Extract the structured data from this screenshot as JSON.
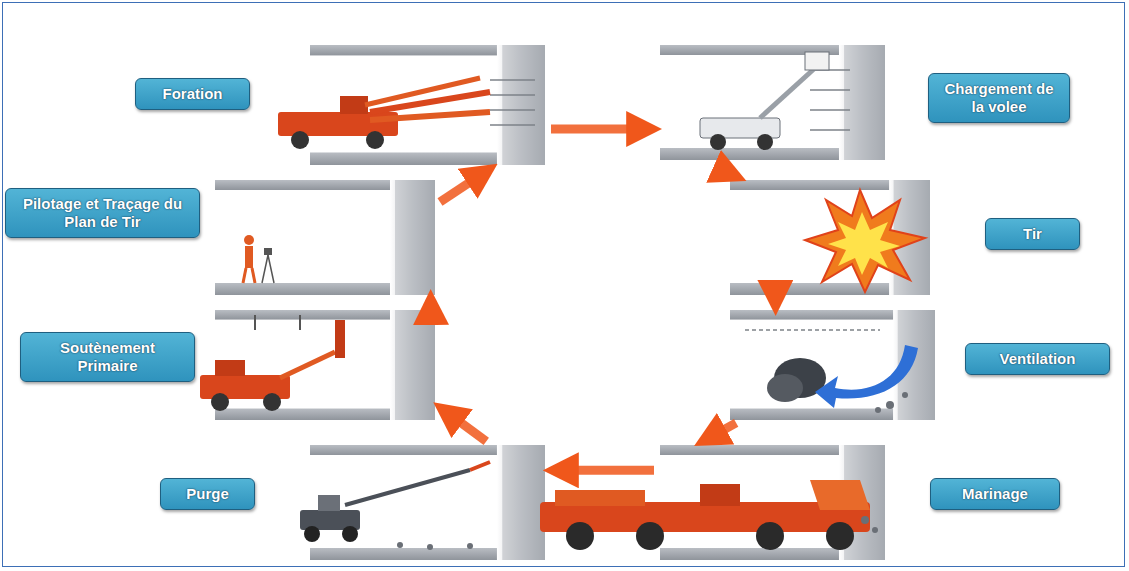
{
  "diagram": {
    "nodes": [
      {
        "text": [
          "Foration"
        ]
      },
      {
        "text": [
          "Chargement de la volee"
        ]
      },
      {
        "text": [
          "Tir"
        ]
      },
      {
        "text": [
          "Ventilation"
        ]
      },
      {
        "text": [
          "Marinage"
        ]
      },
      {
        "text": [
          "Purge"
        ]
      },
      {
        "text": [
          "Soutènement Primaire"
        ]
      },
      {
        "text": [
          "Pilotage et Traçage du Plan de Tir"
        ]
      }
    ],
    "edges": [
      {
        "from": 0,
        "to": 1,
        "arrow": "to"
      },
      {
        "from": 1,
        "to": 2,
        "arrow": "to"
      },
      {
        "from": 2,
        "to": 3,
        "arrow": "to"
      },
      {
        "from": 3,
        "to": 4,
        "arrow": "to"
      },
      {
        "from": 4,
        "to": 5,
        "arrow": "to"
      },
      {
        "from": 5,
        "to": 6,
        "arrow": "to"
      },
      {
        "from": 6,
        "to": 7,
        "arrow": "to"
      },
      {
        "from": 7,
        "to": 0,
        "arrow": "to"
      }
    ]
  }
}
